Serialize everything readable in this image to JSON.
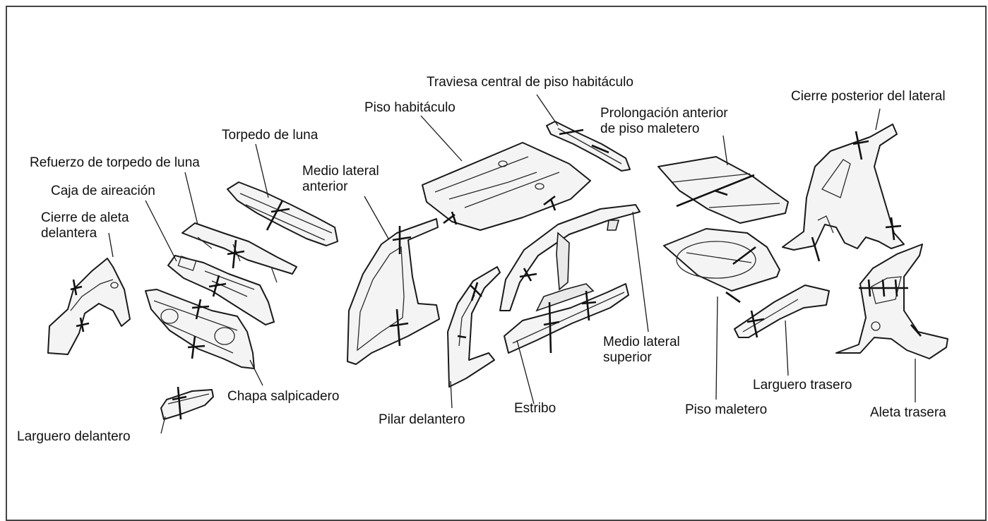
{
  "labels": {
    "cierre_aleta": "Cierre de aleta\ndelantera",
    "caja_aireacion": "Caja de aireación",
    "refuerzo_torpedo": "Refuerzo de torpedo de luna",
    "torpedo_luna": "Torpedo de luna",
    "chapa_salpicadero": "Chapa salpicadero",
    "larguero_delantero": "Larguero delantero",
    "medio_lateral_anterior": "Medio lateral\nanterior",
    "piso_habitaculo": "Piso habitáculo",
    "traviesa_central": "Traviesa central de piso habitáculo",
    "pilar_delantero": "Pilar delantero",
    "estribo": "Estribo",
    "medio_lateral_superior": "Medio lateral\nsuperior",
    "prolongacion_anterior": "Prolongación anterior\nde piso maletero",
    "piso_maletero": "Piso maletero",
    "larguero_trasero": "Larguero trasero",
    "cierre_posterior": "Cierre posterior del lateral",
    "aleta_trasera": "Aleta trasera"
  }
}
